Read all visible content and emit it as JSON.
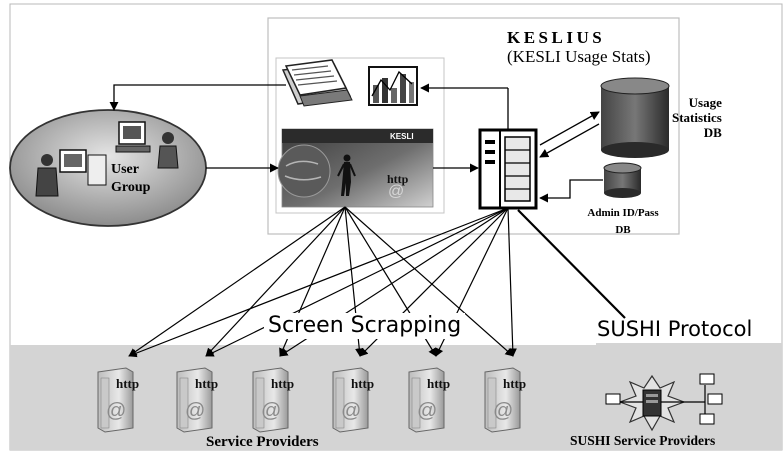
{
  "title": "KESLIUS",
  "subtitle": "(KESLI Usage Stats)",
  "usage_db_label": [
    "Usage",
    "Statistics",
    "DB"
  ],
  "admin_db_label": [
    "Admin ID/Pass",
    "DB"
  ],
  "user_group_label": [
    "User",
    "Group"
  ],
  "screen_scrapping_label": "Screen Scrapping",
  "sushi_protocol_label": "SUSHI Protocol",
  "service_providers_label": "Service Providers",
  "sushi_service_providers_label": "SUSHI Service Providers",
  "http_text": "http",
  "at_symbol": "@",
  "kesli_banner_text": "KESLI",
  "colors": {
    "background": "#ffffff",
    "band": "#d4d4d4",
    "db_dark": "#2a2a2a",
    "oval_fill": "#a9a9a9",
    "line": "#000000"
  }
}
